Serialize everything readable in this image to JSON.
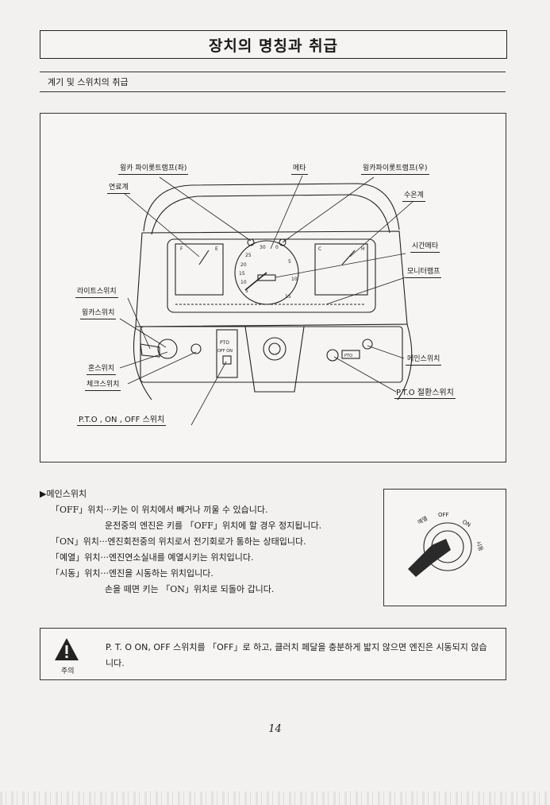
{
  "page": {
    "title": "장치의 명칭과 취급",
    "subtitle": "계기 및 스위치의 취급",
    "page_number": "14"
  },
  "figure": {
    "labels": {
      "winker_pilot_left": "윙카 파이롯트램프(좌)",
      "meter": "메타",
      "winker_pilot_right": "윙카파이롯트램프(우)",
      "fuel_gauge": "연료계",
      "water_temp": "수온계",
      "hour_meter": "시간메타",
      "monitor_lamp": "모니터램프",
      "light_switch": "라이트스위치",
      "winker_switch": "윙카스위치",
      "horn_switch": "혼스위치",
      "check_switch": "체크스위치",
      "main_switch": "메인스위치",
      "pto_change_switch": "P.T.O 절환스위치",
      "pto_onoff_switch": "P.T.O , ON , OFF 스위치"
    },
    "panel_text": {
      "pto": "PTO",
      "off_on": "OFF ON",
      "f": "F",
      "e": "E",
      "c": "C",
      "h": "H",
      "pto_small": "PTO"
    },
    "dial_numbers": [
      "30",
      "25",
      "20",
      "15",
      "10",
      "5",
      "0",
      "5",
      "10",
      "15"
    ]
  },
  "main_switch_section": {
    "heading": "메인스위치",
    "lines": [
      {
        "key": "「OFF」위치···",
        "text": "키는 이 위치에서 빼거나 끼울 수 있습니다."
      },
      {
        "key": "",
        "text": "운전중의 엔진은 키를 「OFF」위치에 할 경우 정지됩니다."
      },
      {
        "key": "「ON」위치···",
        "text": "엔진회전중의 위치로서 전기회로가 통하는 상태입니다."
      },
      {
        "key": "「예열」위치···",
        "text": "엔진연소실내를 예열시키는 위치입니다."
      },
      {
        "key": "「시동」위치···",
        "text": "엔진을 시동하는 위치입니다."
      },
      {
        "key": "",
        "text": "손을 떼면 키는 「ON」위치로 되돌아 갑니다."
      }
    ],
    "key_image_labels": {
      "preheat": "예열",
      "off": "OFF",
      "on": "ON",
      "start": "시동"
    }
  },
  "caution": {
    "label": "주의",
    "text": "P. T. O ON, OFF 스위치를 「OFF」로 하고, 클러치 페달을 충분하게 밟지 않으면 엔진은 시동되지 않습니다."
  },
  "colors": {
    "ink": "#1a1a1a",
    "paper": "#f2f1ef"
  }
}
